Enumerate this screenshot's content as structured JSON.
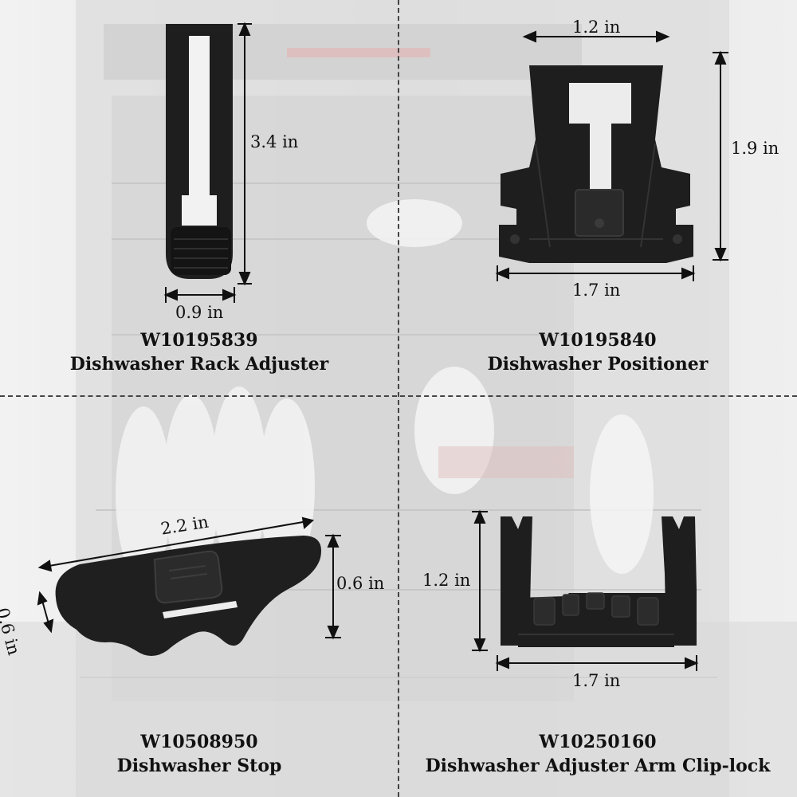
{
  "products": [
    {
      "part_number": "W10195839",
      "name": "Dishwasher Rack Adjuster",
      "dimensions": {
        "height": "3.4 in",
        "width": "0.9 in"
      }
    },
    {
      "part_number": "W10195840",
      "name": "Dishwasher Positioner",
      "dimensions": {
        "top_width": "1.2 in",
        "height": "1.9 in",
        "width": "1.7 in"
      }
    },
    {
      "part_number": "W10508950",
      "name": "Dishwasher Stop",
      "dimensions": {
        "length": "2.2 in",
        "height": "0.6 in",
        "depth": "0.6 in"
      }
    },
    {
      "part_number": "W10250160",
      "name": "Dishwasher Adjuster Arm Clip-lock",
      "dimensions": {
        "height": "1.2 in",
        "width": "1.7 in"
      }
    }
  ],
  "colors": {
    "part": "#1b1b1b",
    "text": "#111111",
    "divider": "#444444"
  }
}
